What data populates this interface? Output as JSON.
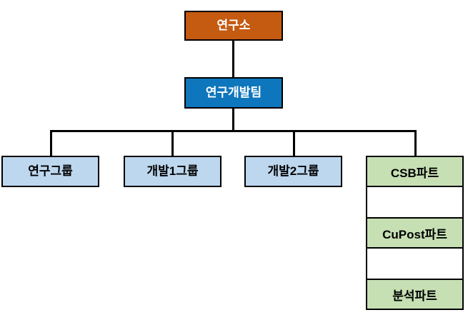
{
  "diagram": {
    "type": "org-chart",
    "background": "#ffffff",
    "root": {
      "label": "연구소",
      "fill": "#C55A11",
      "text_color": "#ffffff"
    },
    "team": {
      "label": "연구개발팀",
      "fill": "#0E76BC",
      "text_color": "#ffffff"
    },
    "groups": [
      {
        "label": "연구그룹"
      },
      {
        "label": "개발1그룹"
      },
      {
        "label": "개발2그룹"
      }
    ],
    "parts": [
      {
        "label": "CSB파트"
      },
      {
        "label": "CuPost파트"
      },
      {
        "label": "분석파트"
      }
    ],
    "colors": {
      "group_fill": "#BDD7EE",
      "part_fill": "#C6E0B4",
      "connector": "#000000",
      "border": "#000000"
    }
  }
}
